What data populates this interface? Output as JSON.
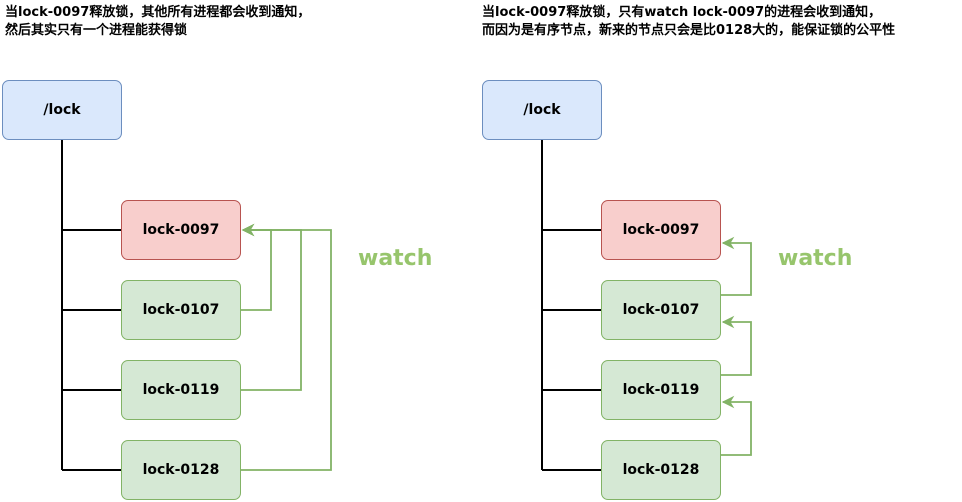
{
  "left": {
    "caption": [
      "当lock-0097释放锁，其他所有进程都会收到通知，",
      "然后其实只有一个进程能获得锁"
    ],
    "root": "/lock",
    "nodes": [
      "lock-0097",
      "lock-0107",
      "lock-0119",
      "lock-0128"
    ],
    "watch_label": "watch"
  },
  "right": {
    "caption": [
      "当lock-0097释放锁，只有watch lock-0097的进程会收到通知，",
      "而因为是有序节点，新来的节点只会是比0128大的，能保证锁的公平性"
    ],
    "root": "/lock",
    "nodes": [
      "lock-0097",
      "lock-0107",
      "lock-0119",
      "lock-0128"
    ],
    "watch_label": "watch"
  },
  "colors": {
    "root_fill": "#dae8fc",
    "root_border": "#6c8ebf",
    "red_fill": "#f8cecc",
    "red_border": "#b85450",
    "green_fill": "#d5e8d4",
    "green_border": "#82b366",
    "watch_text": "#97c56c",
    "arrow": "#82b366"
  }
}
